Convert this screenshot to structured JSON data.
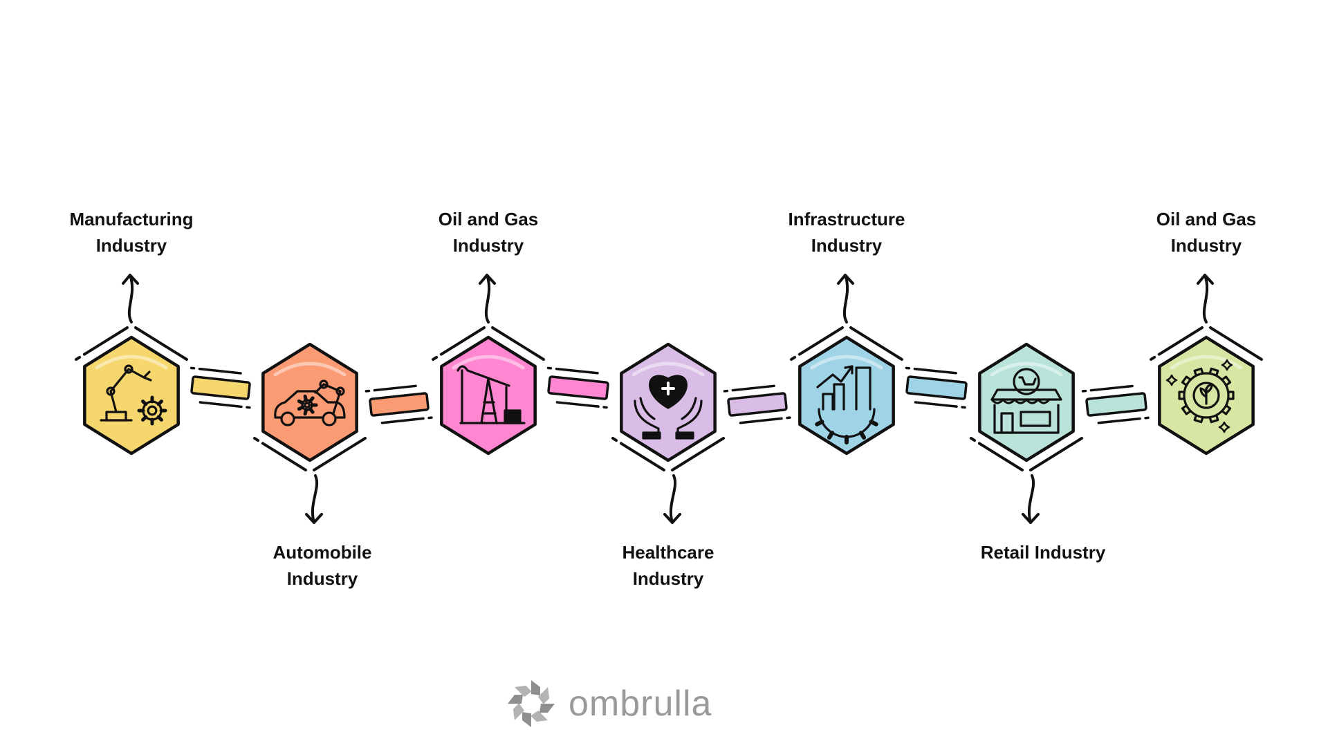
{
  "steps": [
    {
      "label": "Manufacturing\nIndustry",
      "color": "#f5d76e",
      "icon": "robot-arm-gear-icon"
    },
    {
      "label": "Automobile\nIndustry",
      "color": "#fb9b73",
      "icon": "car-robot-arm-icon"
    },
    {
      "label": "Oil and Gas\nIndustry",
      "color": "#ff86d0",
      "icon": "oil-pumpjack-icon"
    },
    {
      "label": "Healthcare\nIndustry",
      "color": "#d9bde6",
      "icon": "heart-hands-icon"
    },
    {
      "label": "Infrastructure\nIndustry",
      "color": "#9fd3e6",
      "icon": "buildings-gear-icon"
    },
    {
      "label": "Retail Industry",
      "color": "#b9e3d8",
      "icon": "storefront-cart-icon"
    },
    {
      "label": "Oil and Gas\nIndustry",
      "color": "#d8e6a3",
      "icon": "gear-leaf-icon"
    }
  ],
  "brand": {
    "name": "ombrulla",
    "logo": "ombrulla-logo-icon",
    "color": "#9a9a9a"
  },
  "outline_color": "#111111"
}
